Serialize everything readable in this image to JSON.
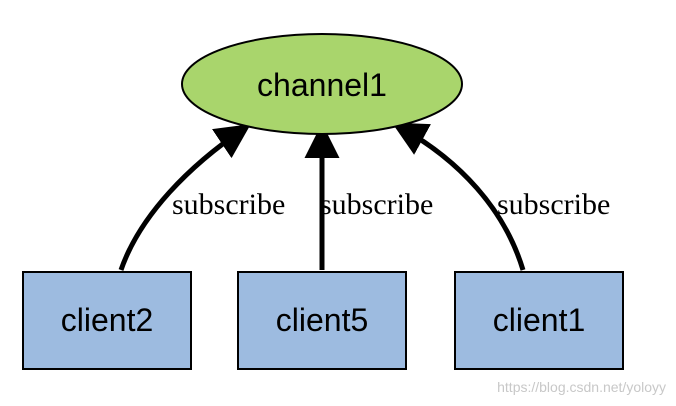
{
  "diagram": {
    "channel": {
      "label": "channel1",
      "fill": "#a9d56c",
      "stroke": "#000000"
    },
    "clients": [
      {
        "label": "client2"
      },
      {
        "label": "client5"
      },
      {
        "label": "client1"
      }
    ],
    "client_fill": "#9dbbe0",
    "edges": [
      {
        "label": "subscribe"
      },
      {
        "label": "subscribe"
      },
      {
        "label": "subscribe"
      }
    ]
  },
  "watermark": "https://blog.csdn.net/yoloyy"
}
